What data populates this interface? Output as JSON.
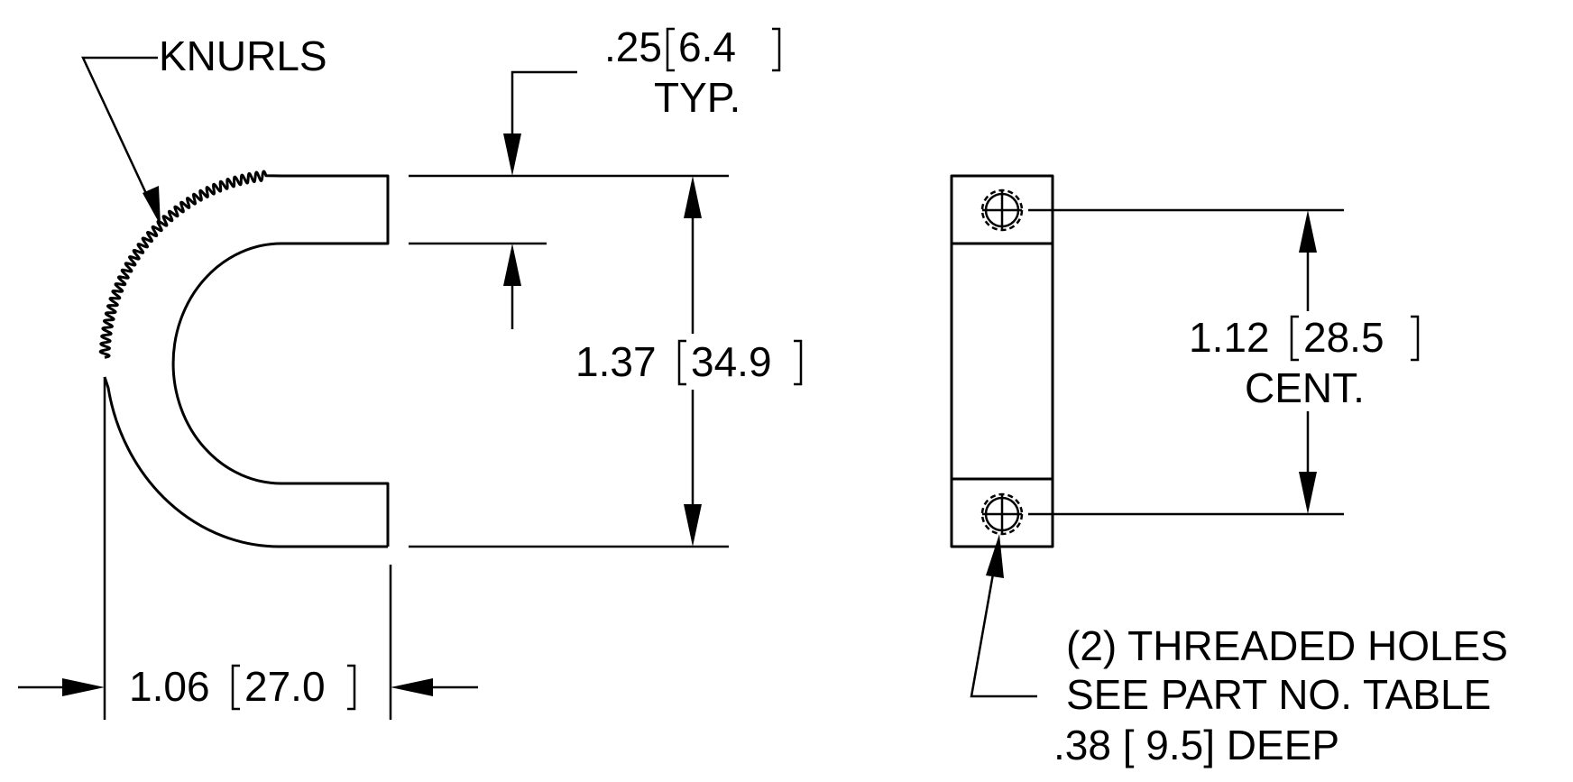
{
  "labels": {
    "knurls": "KNURLS",
    "thickness_value": ".25",
    "thickness_metric": "6.4",
    "thickness_note": "TYP.",
    "height_value": "1.37",
    "height_metric": "34.9",
    "width_value": "1.06",
    "width_metric": "27.0",
    "centers_value": "1.12",
    "centers_metric": "28.5",
    "centers_note": "CENT.",
    "holes_line1": "(2) THREADED HOLES",
    "holes_line2": "SEE PART NO. TABLE",
    "holes_line3": ".38 [ 9.5] DEEP"
  }
}
